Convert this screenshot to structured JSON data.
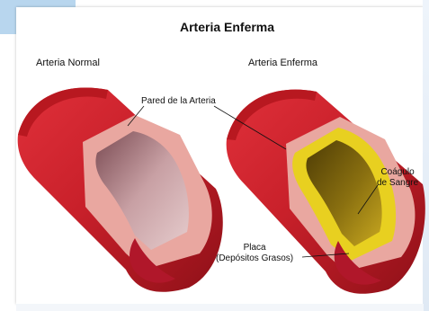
{
  "title": "Arteria Enferma",
  "labels": {
    "normal": "Arteria Normal",
    "diseased": "Arteria Enferma",
    "wall": "Pared de la Arteria",
    "clot_line1": "Coágulo",
    "clot_line2": "de Sangre",
    "plaque_line1": "Placa",
    "plaque_line2": "(Depósitos Grasos)"
  },
  "colors": {
    "artery_red": "#c8202a",
    "artery_dark": "#8e1018",
    "wall_pink": "#e9a7a0",
    "lumen_pink": "#c8a0a4",
    "plaque_yellow": "#e8d020",
    "clot_olive": "#8a7010",
    "accent_tab": "#b8d6ee"
  }
}
